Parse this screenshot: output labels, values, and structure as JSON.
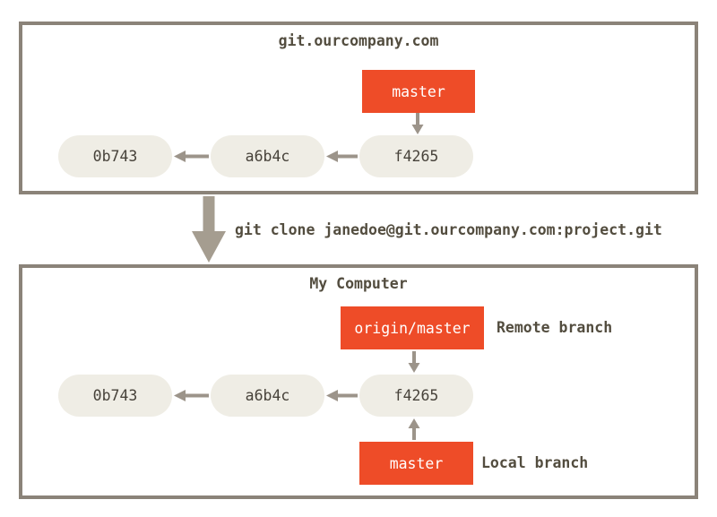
{
  "diagram": {
    "remote_server": {
      "title": "git.ourcompany.com",
      "branch_label": "master",
      "commits": [
        "0b743",
        "a6b4c",
        "f4265"
      ]
    },
    "clone_command": "git clone janedoe@git.ourcompany.com:project.git",
    "local_machine": {
      "title": "My Computer",
      "remote_tracking_branch": "origin/master",
      "remote_branch_caption": "Remote branch",
      "local_branch": "master",
      "local_branch_caption": "Local branch",
      "commits": [
        "0b743",
        "a6b4c",
        "f4265"
      ]
    },
    "colors": {
      "branch_box": "#ee4c28",
      "commit_fill": "#efede5",
      "commit_text": "#47423a",
      "box_border": "#8b8379",
      "arrow": "#9c948a",
      "big_arrow": "#a59d90",
      "text_dark": "#534d3f"
    }
  }
}
